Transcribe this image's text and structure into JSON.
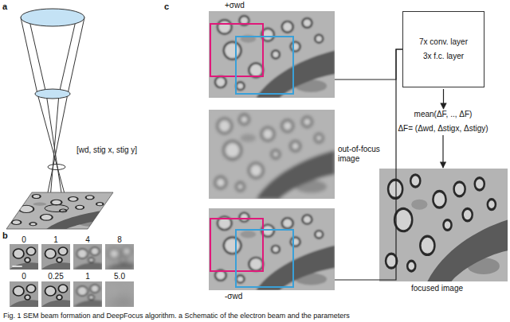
{
  "diagram": {
    "caption": "Fig. 1 SEM beam formation and DeepFocus algorithm. a Schematic of the electron beam and the parameters",
    "nodes": [
      {
        "text": [
          "+σwd"
        ]
      },
      {
        "text": [
          "out-of-focus image"
        ]
      },
      {
        "text": [
          "-σwd"
        ]
      },
      {
        "text": [
          "7x conv. layer",
          "3x f.c. layer"
        ]
      },
      {
        "text": [
          "mean(ΔF, .., ΔF)",
          "ΔF= (Δwd, Δstigx, Δstigy)"
        ]
      },
      {
        "text": [
          "focused image"
        ]
      }
    ],
    "edges": [
      {
        "from": 0,
        "to": 3,
        "arrow": "none"
      },
      {
        "from": 2,
        "to": 3,
        "arrow": "none"
      },
      {
        "from": 3,
        "to": 4,
        "arrow": "to"
      },
      {
        "from": 4,
        "to": 5,
        "arrow": "to"
      }
    ],
    "labels": [
      "a",
      "b",
      "c",
      "[wd, stig x, stig y]",
      "0",
      "1",
      "4",
      "8",
      "0",
      "0.25",
      "1",
      "5.0"
    ]
  }
}
